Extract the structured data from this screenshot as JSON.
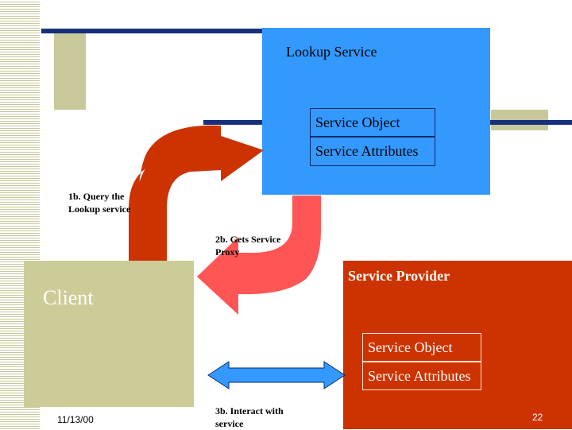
{
  "lookup": {
    "title": "Lookup Service",
    "object_label": "Service Object",
    "attributes_label": "Service Attributes"
  },
  "provider": {
    "title": "Service Provider",
    "object_label": "Service Object",
    "attributes_label": "Service Attributes"
  },
  "client": {
    "title": "Client"
  },
  "steps": {
    "query": "1b. Query the Lookup service",
    "proxy": "2b. Gets Service Proxy",
    "interact": "3b. Interact with service"
  },
  "footer": {
    "date": "11/13/00",
    "page_number": "22"
  },
  "colors": {
    "lookup_blue": "#3399ff",
    "provider_red": "#cc3300",
    "client_olive": "#cccc99",
    "query_arrow": "#cc3300",
    "proxy_arrow": "#ff5555",
    "interact_arrow": "#3399ff",
    "navy_bar": "#17307a"
  }
}
